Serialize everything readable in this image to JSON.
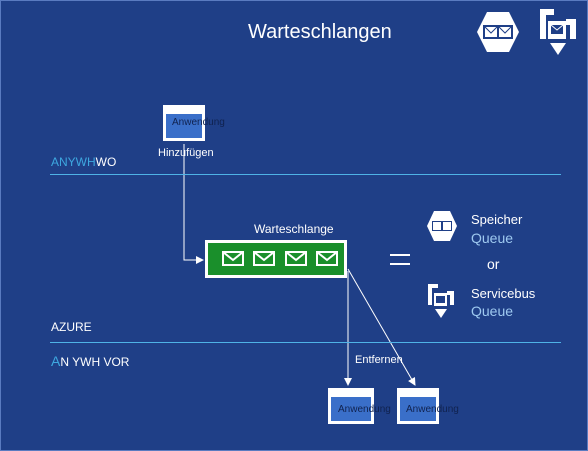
{
  "title": "Warteschlangen",
  "regions": {
    "top_prefix": "ANYWH",
    "top_suffix": "WO",
    "azure": "AZURE",
    "bottom_prefix": "A",
    "bottom_suffix": "N YWH VOR"
  },
  "app_label": "Anwendung",
  "add_label": "Hinzufügen",
  "queue_label": "Warteschlange",
  "remove_label": "Entfernen",
  "legend": {
    "storage_title": "Speicher",
    "storage_sub": "Queue",
    "or": "or",
    "servicebus_title": "Servicebus",
    "servicebus_sub": "Queue"
  },
  "icons": [
    "storage-queue-icon",
    "service-bus-icon",
    "envelope-icon"
  ],
  "colors": {
    "background": "#1f3f87",
    "queue": "#1a8f2b",
    "line": "#4fb3e6",
    "app_fill": "#3a6fc9"
  }
}
